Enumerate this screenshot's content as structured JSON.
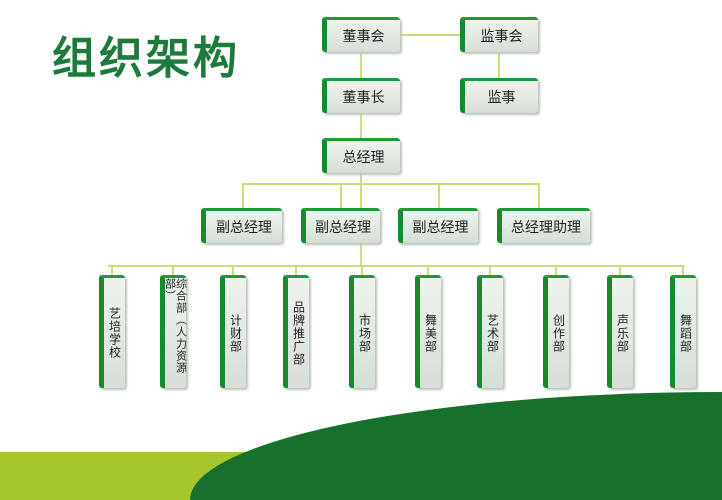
{
  "title": "组织架构",
  "board": "董事会",
  "supervisory_board": "监事会",
  "chairman": "董事长",
  "supervisor": "监事",
  "general_manager": "总经理",
  "deputies": [
    "副总经理",
    "副总经理",
    "副总经理",
    "总经理助理"
  ],
  "departments": [
    "艺培学校",
    "综合部（人力资源部）",
    "计财部",
    "品牌推广部",
    "市场部",
    "舞美部",
    "艺术部",
    "创作部",
    "声乐部",
    "舞蹈部"
  ],
  "colors": {
    "title": "#1c7b3c",
    "box_accent": "#178a2e",
    "connector": "#c8e07a",
    "band": "#a5c62c",
    "swoosh": "#17712c"
  }
}
